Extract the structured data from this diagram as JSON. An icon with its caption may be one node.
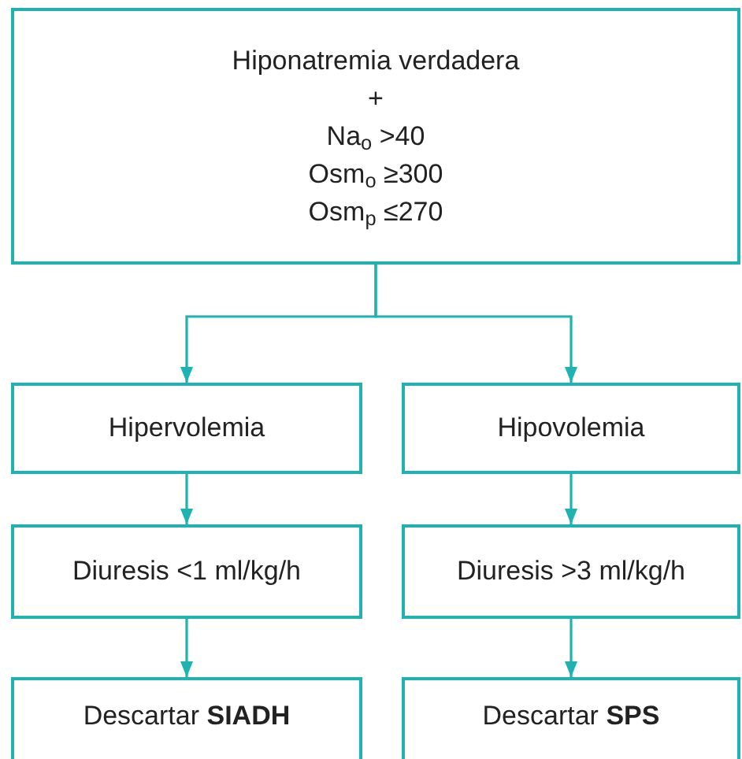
{
  "diagram": {
    "nodes": [
      {
        "text": [
          "Hiponatremia verdadera",
          "+",
          "Na$_{o}$ >40",
          "Osm$_{o}$ ≥300",
          "Osm$_{p}$ ≤270"
        ]
      },
      {
        "text": [
          "Hipervolemia"
        ]
      },
      {
        "text": [
          "Hipovolemia"
        ]
      },
      {
        "text": [
          "Diuresis <1 ml/kg/h"
        ]
      },
      {
        "text": [
          "Diuresis >3 ml/kg/h"
        ]
      },
      {
        "text": [
          "Descartar **SIADH**"
        ]
      },
      {
        "text": [
          "Descartar **SPS**"
        ]
      }
    ],
    "edges": [
      {
        "from": 0,
        "to": 1,
        "arrow": "to"
      },
      {
        "from": 0,
        "to": 2,
        "arrow": "to"
      },
      {
        "from": 1,
        "to": 3,
        "arrow": "to"
      },
      {
        "from": 2,
        "to": 4,
        "arrow": "to"
      },
      {
        "from": 3,
        "to": 5,
        "arrow": "to"
      },
      {
        "from": 4,
        "to": 6,
        "arrow": "to"
      }
    ]
  }
}
